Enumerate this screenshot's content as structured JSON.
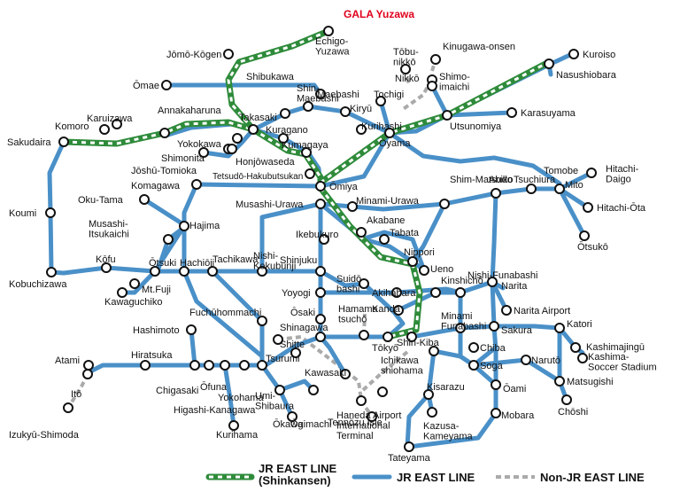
{
  "highlight_color": "#e0001b",
  "line_colors": {
    "jr": "#4a90c8",
    "shinkansen": "#2e8b3a",
    "non_jr": "#aaaaaa"
  },
  "labels": {
    "gala_yuzawa": "GALA Yuzawa",
    "echigo_yuzawa": "Echigo-\nYuzawa",
    "jomo_kogen": "Jōmō-Kōgen",
    "kinugawa_onsen": "Kinugawa-onsen",
    "tobu_nikko": "Tōbu-\nnikkō",
    "nikko": "Nikkō",
    "shimo_imaichi": "Shimo-\nimaichi",
    "kuroiso": "Kuroiso",
    "nasushiobara": "Nasushiobara",
    "omae": "Ōmae",
    "shibukawa": "Shibukawa",
    "shin_maebashi": "Shin-\nMaebashi",
    "maebashi": "Maebashi",
    "kiryu": "Kiryū",
    "tochigi": "Tochigi",
    "karasuyama": "Karasuyama",
    "annakaharuna": "Annakaharuna",
    "karuizawa": "Karuizawa",
    "komoro": "Komoro",
    "sakudaira": "Sakudaira",
    "takasaki": "Takasaki",
    "kuragano": "Kuragano",
    "kurihashi": "Kurihashi",
    "oyama": "Oyama",
    "utsunomiya": "Utsunomiya",
    "yokokawa": "Yokokawa",
    "shimonita": "Shimonita",
    "kumagaya": "Kumagaya",
    "honjowaseda": "Honjōwaseda",
    "joshu_tomioka": "Jōshū-Tomioka",
    "hakubutsukan": "Tetsudō-Hakubutsukan",
    "komagawa": "Komagawa",
    "omiya": "Ōmiya",
    "shim_matsudo": "Shim-Matsudo",
    "abiko": "Abiko",
    "tsuchiura": "Tsuchiura",
    "tomobe": "Tomobe",
    "mito": "Mito",
    "hitachi_daigo": "Hitachi-\nDaigo",
    "hitachi_ota": "Hitachi-Ōta",
    "otsuko": "Ōtsukō",
    "koumi": "Koumi",
    "oku_tama": "Oku-Tama",
    "musashi_itsukaichi": "Musashi-\nItsukaichi",
    "hajima": "Hajima",
    "musashi_urawa": "Musashi-Urawa",
    "minami_urawa": "Minami-Urawa",
    "akabane": "Akabane",
    "tabata": "Tabata",
    "nippori": "Nippori",
    "ueno": "Ueno",
    "ikebukuro": "Ikebukuro",
    "kofu": "Kōfu",
    "otsuki": "Ōtsuki",
    "hachioji": "Hachiōji",
    "tachikawa": "Tachikawa",
    "nishi_kokubunji": "Nishi-\nKokubunji",
    "shinjuku": "Shinjuku",
    "kobuchizawa": "Kobuchizawa",
    "mt_fuji": "Mt.Fuji",
    "kawaguchiko": "Kawaguchiko",
    "yoyogi": "Yoyogi",
    "suidobashi": "Suidō-\nbashi",
    "akihabara": "Akihabara",
    "kanda": "Kanda",
    "kinshicho": "Kinshichō",
    "nishi_funabashi": "Nishi-Funabashi",
    "narita": "Narita",
    "narita_airport": "Narita Airport",
    "fuchuhommachi": "Fuchūhommachi",
    "osaki": "Ōsaki",
    "hamamatsucho": "Hamama\ntsuchō",
    "minami_funabashi": "Minami\nFunabashi",
    "sakura": "Sakura",
    "katori": "Katori",
    "kashimajingu": "Kashimajingū",
    "kashima_soccer": "Kashima-\nSoccer Stadium",
    "hashimoto": "Hashimoto",
    "shinagawa": "Shinagawa",
    "tokyo": "Tōkyō",
    "shin_kiba": "Shin-Kiba",
    "chiba": "Chiba",
    "shitte": "Shitte",
    "tsurumi": "Tsurumi",
    "kawasaki": "Kawasaki",
    "ichikawa_shiohama": "Ichikawa\nshiohama",
    "soga": "Soga",
    "naruto": "Narutō",
    "matsugishi": "Matsugishi",
    "atami": "Atami",
    "hiratsuka": "Hiratsuka",
    "chigasaki": "Chigasaki",
    "ofuna": "Ōfuna",
    "yokohama": "Yokohama",
    "higashi_kanagawa": "Higashi-Kanagawa",
    "umi_shibaura": "Umi-\nShibaura",
    "okawa": "Ōkawa",
    "ogimachi": "Ōgimachi",
    "tennozu_isle": "Tennōzu Isle",
    "oami": "Ōami",
    "choshi": "Chōshi",
    "ito": "Itō",
    "kisarazu": "Kisarazu",
    "kazusa_kameyama": "Kazusa-\nKameyama",
    "mobara": "Mobara",
    "haneda": "Haneda Airport\nInternational\nTerminal",
    "izukyu_shimoda": "Izukyū-Shimoda",
    "kurihama": "Kurihama",
    "tateyama": "Tateyama"
  },
  "legend": {
    "shinkansen": "JR EAST LINE\n(Shinkansen)",
    "jr": "JR EAST LINE",
    "non_jr": "Non-JR EAST LINE"
  }
}
